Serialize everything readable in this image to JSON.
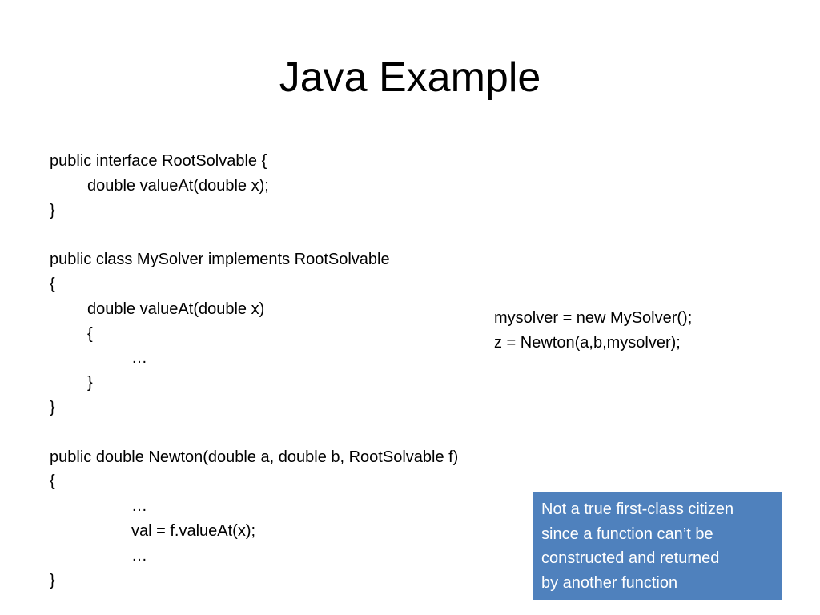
{
  "slide": {
    "title": "Java Example"
  },
  "code_main": {
    "lines": [
      "public interface RootSolvable {",
      "double valueAt(double x);",
      "}",
      "",
      "public class MySolver implements RootSolvable",
      "{",
      "double valueAt(double x)",
      "{",
      "…",
      "}",
      "}",
      "",
      "public double Newton(double a, double b, RootSolvable f)",
      "{",
      "…",
      "val = f.valueAt(x);",
      "…",
      "}"
    ]
  },
  "code_side": {
    "lines": [
      "mysolver = new MySolver();",
      "z = Newton(a,b,mysolver);"
    ]
  },
  "note": {
    "lines": [
      "Not a true first-class citizen",
      "since a function can’t be",
      "constructed and returned",
      "by another function"
    ],
    "background": "#4f81bd",
    "text_color": "#ffffff"
  }
}
